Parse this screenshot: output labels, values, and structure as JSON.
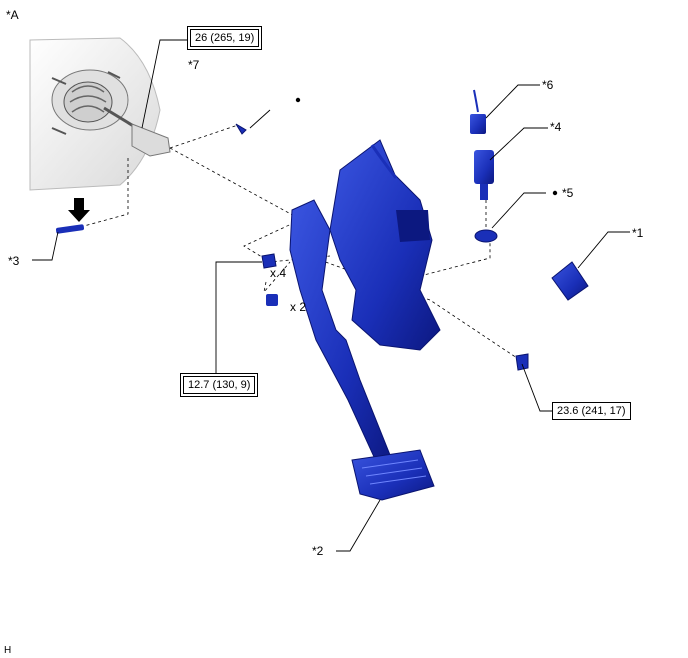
{
  "view_label": "*A",
  "corner_mark": "H",
  "callouts": {
    "c1": "*1",
    "c2": "*2",
    "c3": "*3",
    "c4": "*4",
    "c5": "*5",
    "c6": "*6",
    "c7": "*7"
  },
  "quantities": {
    "q4": "x 4",
    "q2": "x 2"
  },
  "torque": {
    "t1": "26 (265, 19)",
    "t2": "12.7 (130, 9)",
    "t3": "23.6 (241, 17)"
  },
  "colors": {
    "part_blue": "#1a2fb8",
    "part_dark": "#0c1880",
    "booster_gray": "#e9e9e9",
    "line": "#000000"
  },
  "icons": [
    "bullet-dot-icon",
    "arrow-down-icon"
  ]
}
